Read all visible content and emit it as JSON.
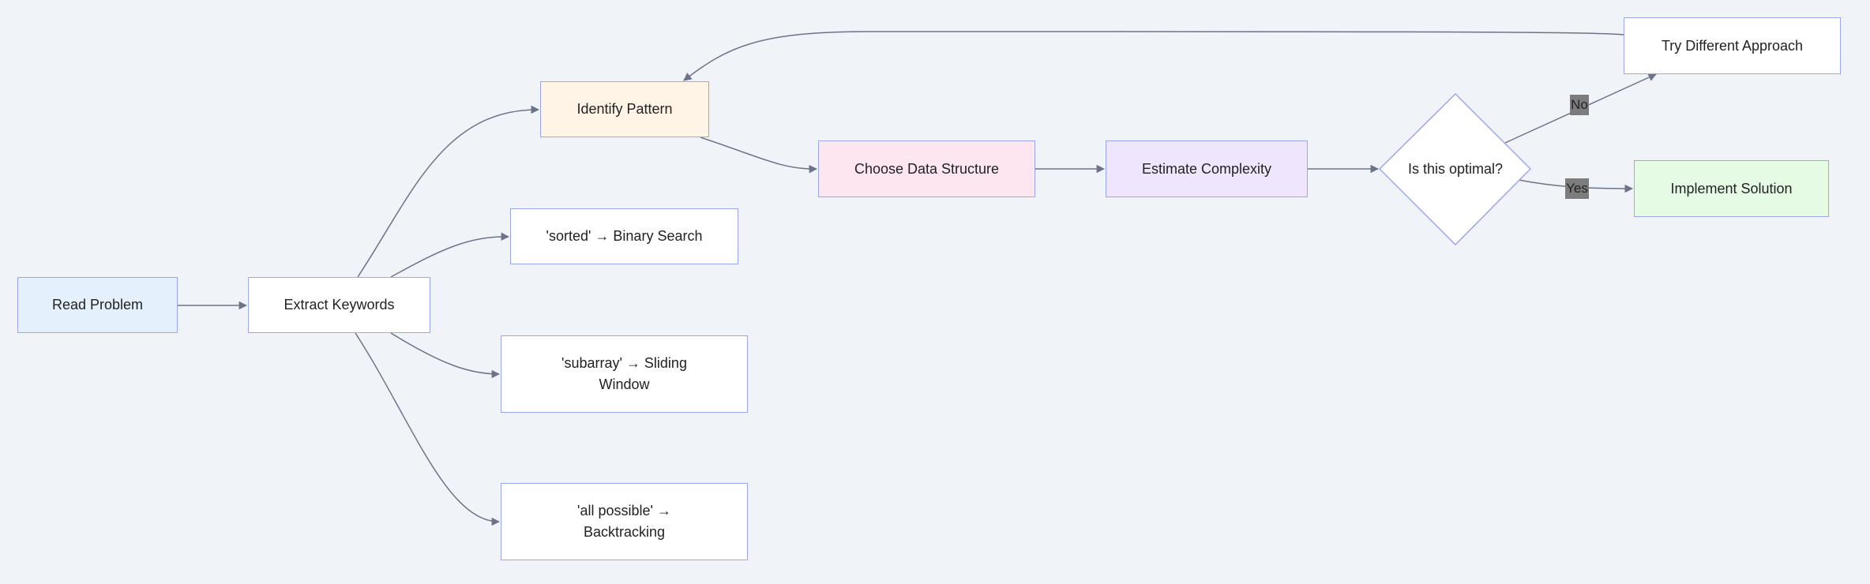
{
  "nodes": {
    "read_problem": "Read Problem",
    "extract_keywords": "Extract Keywords",
    "identify_pattern": "Identify Pattern",
    "sorted_binary_search": "'sorted' → Binary Search",
    "subarray_sliding_window": "'subarray' → Sliding Window",
    "all_possible_backtracking": "'all possible' → Backtracking",
    "choose_data_structure": "Choose Data Structure",
    "estimate_complexity": "Estimate Complexity",
    "is_optimal": "Is this optimal?",
    "try_different_approach": "Try Different Approach",
    "implement_solution": "Implement Solution"
  },
  "edge_labels": {
    "no": "No",
    "yes": "Yes"
  },
  "colors": {
    "edge": "#6b7488",
    "node_border": "#9aa6ee",
    "background": "#f0f4f9"
  }
}
